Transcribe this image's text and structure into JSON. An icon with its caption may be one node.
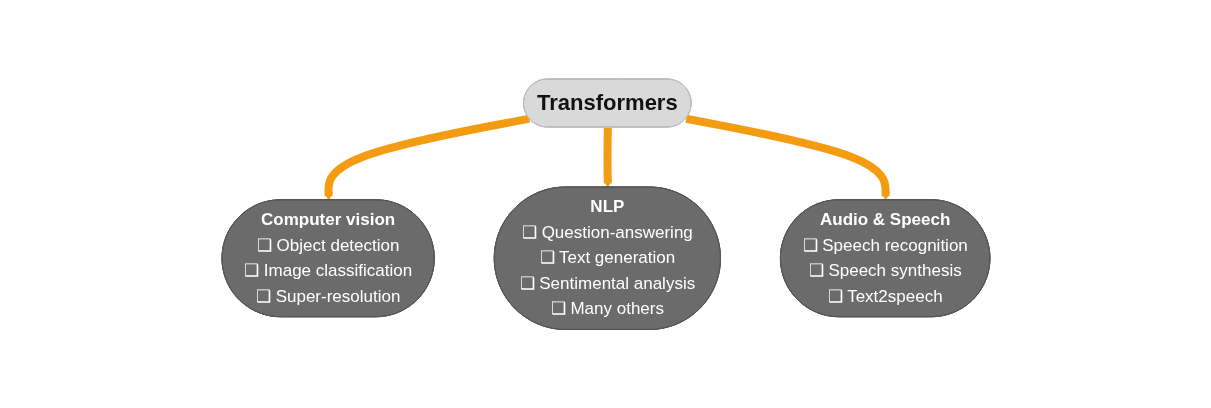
{
  "diagram": {
    "nodes": [
      {
        "text": [
          "Transformers"
        ]
      },
      {
        "text": [
          "Computer vision",
          "❑ Object detection",
          "❑ Image classification",
          "❑ Super-resolution"
        ]
      },
      {
        "text": [
          "NLP",
          "❑ Question-answering",
          "❑ Text generation",
          "❑ Sentimental analysis",
          "❑ Many others"
        ]
      },
      {
        "text": [
          "Audio & Speech",
          "❑ Speech recognition",
          "❑ Speech synthesis",
          "❑ Text2speech"
        ]
      }
    ],
    "edges": [
      {
        "from": 0,
        "to": 1,
        "arrow": "to"
      },
      {
        "from": 0,
        "to": 2,
        "arrow": "to"
      },
      {
        "from": 0,
        "to": 3,
        "arrow": "to"
      }
    ]
  }
}
